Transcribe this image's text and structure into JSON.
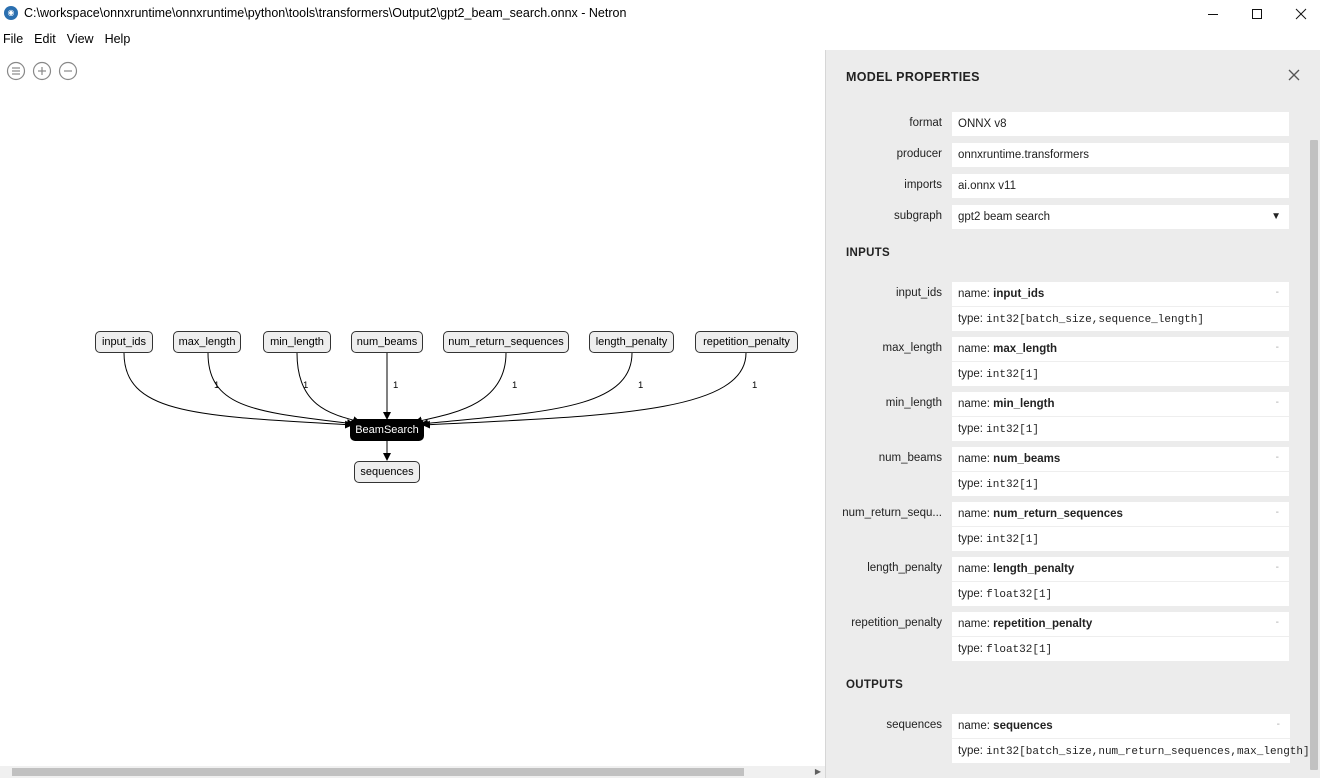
{
  "window": {
    "title": "C:\\workspace\\onnxruntime\\onnxruntime\\python\\tools\\transformers\\Output2\\gpt2_beam_search.onnx - Netron",
    "app_icon": "netron-icon"
  },
  "menu": [
    "File",
    "Edit",
    "View",
    "Help"
  ],
  "toolbar": [
    "list-icon",
    "zoom-in-icon",
    "zoom-out-icon"
  ],
  "graph": {
    "inputs": [
      {
        "label": "input_ids",
        "edge": ""
      },
      {
        "label": "max_length",
        "edge": "1"
      },
      {
        "label": "min_length",
        "edge": "1"
      },
      {
        "label": "num_beams",
        "edge": "1"
      },
      {
        "label": "num_return_sequences",
        "edge": "1"
      },
      {
        "label": "length_penalty",
        "edge": "1"
      },
      {
        "label": "repetition_penalty",
        "edge": "1"
      }
    ],
    "operator": "BeamSearch",
    "output": "sequences"
  },
  "panel": {
    "title": "MODEL PROPERTIES",
    "properties": [
      {
        "label": "format",
        "value": "ONNX v8"
      },
      {
        "label": "producer",
        "value": "onnxruntime.transformers"
      },
      {
        "label": "imports",
        "value": "ai.onnx v11"
      },
      {
        "label": "subgraph",
        "value": "gpt2 beam search"
      }
    ],
    "inputs_title": "INPUTS",
    "inputs": [
      {
        "label": "input_ids",
        "name": "input_ids",
        "type": "int32[batch_size,sequence_length]"
      },
      {
        "label": "max_length",
        "name": "max_length",
        "type": "int32[1]"
      },
      {
        "label": "min_length",
        "name": "min_length",
        "type": "int32[1]"
      },
      {
        "label": "num_beams",
        "name": "num_beams",
        "type": "int32[1]"
      },
      {
        "label": "num_return_sequ...",
        "name": "num_return_sequences",
        "type": "int32[1]"
      },
      {
        "label": "length_penalty",
        "name": "length_penalty",
        "type": "float32[1]"
      },
      {
        "label": "repetition_penalty",
        "name": "repetition_penalty",
        "type": "float32[1]"
      }
    ],
    "outputs_title": "OUTPUTS",
    "outputs": [
      {
        "label": "sequences",
        "name": "sequences",
        "type": "int32[batch_size,num_return_sequences,max_length]"
      }
    ],
    "name_prefix": "name: ",
    "type_prefix": "type: ",
    "expander": "-"
  }
}
